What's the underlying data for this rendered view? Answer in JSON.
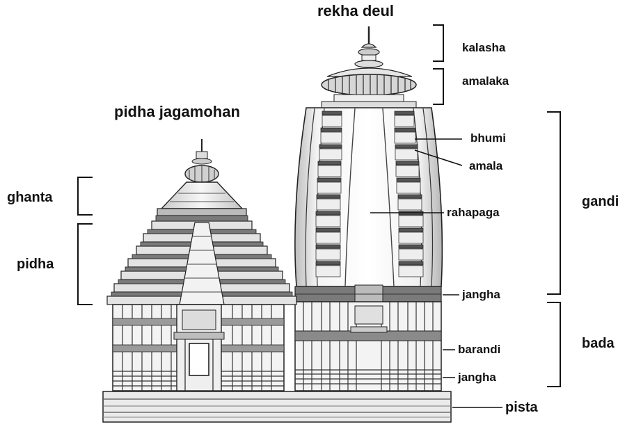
{
  "titles": {
    "rekha_deul": "rekha deul",
    "pidha_jagamohan": "pidha jagamohan"
  },
  "labels": {
    "kalasha": "kalasha",
    "amalaka": "amalaka",
    "bhumi": "bhumi",
    "amala": "amala",
    "rahapaga": "rahapaga",
    "jangha_upper": "jangha",
    "barandi": "barandi",
    "jangha_lower": "jangha",
    "pista": "pista",
    "gandi": "gandi",
    "bada": "bada",
    "ghanta": "ghanta",
    "pidha": "pidha"
  },
  "colors": {
    "ink": "#111111",
    "stone_light": "#e9e9e9",
    "stone_mid": "#9a9a9a",
    "stone_dark": "#3a3a3a"
  }
}
